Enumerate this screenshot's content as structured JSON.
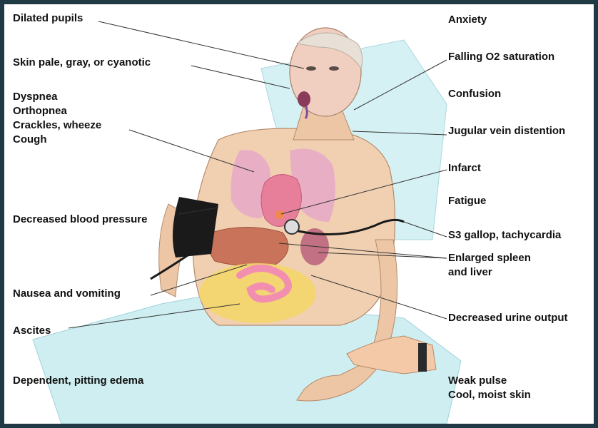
{
  "left_labels": {
    "dilated_pupils": "Dilated pupils",
    "skin_pale": "Skin pale, gray, or cyanotic",
    "dyspnea": "Dyspnea",
    "orthopnea": "Orthopnea",
    "crackles": "Crackles, wheeze",
    "cough": "Cough",
    "decreased_bp": "Decreased blood pressure",
    "nausea": "Nausea and vomiting",
    "ascites": "Ascites",
    "edema": "Dependent, pitting edema"
  },
  "right_labels": {
    "anxiety": "Anxiety",
    "falling_o2": "Falling O2 saturation",
    "confusion": "Confusion",
    "jvd": "Jugular vein distention",
    "infarct": "Infarct",
    "fatigue": "Fatigue",
    "s3": "S3 gallop, tachycardia",
    "spleen_line1": "Enlarged spleen",
    "spleen_line2": "and liver",
    "urine": "Decreased urine output",
    "weak_pulse": "Weak pulse",
    "cool_skin": "Cool, moist skin"
  },
  "colors": {
    "frame": "#1f3a44",
    "skin": "#f1d0b2",
    "lung": "#e6a9c7",
    "heart": "#e87f9a",
    "liver": "#c8735a",
    "abdomen": "#f3d66a",
    "intestine": "#f28fb0",
    "sheet": "#cfeef2",
    "cuff": "#1a1a1a"
  }
}
